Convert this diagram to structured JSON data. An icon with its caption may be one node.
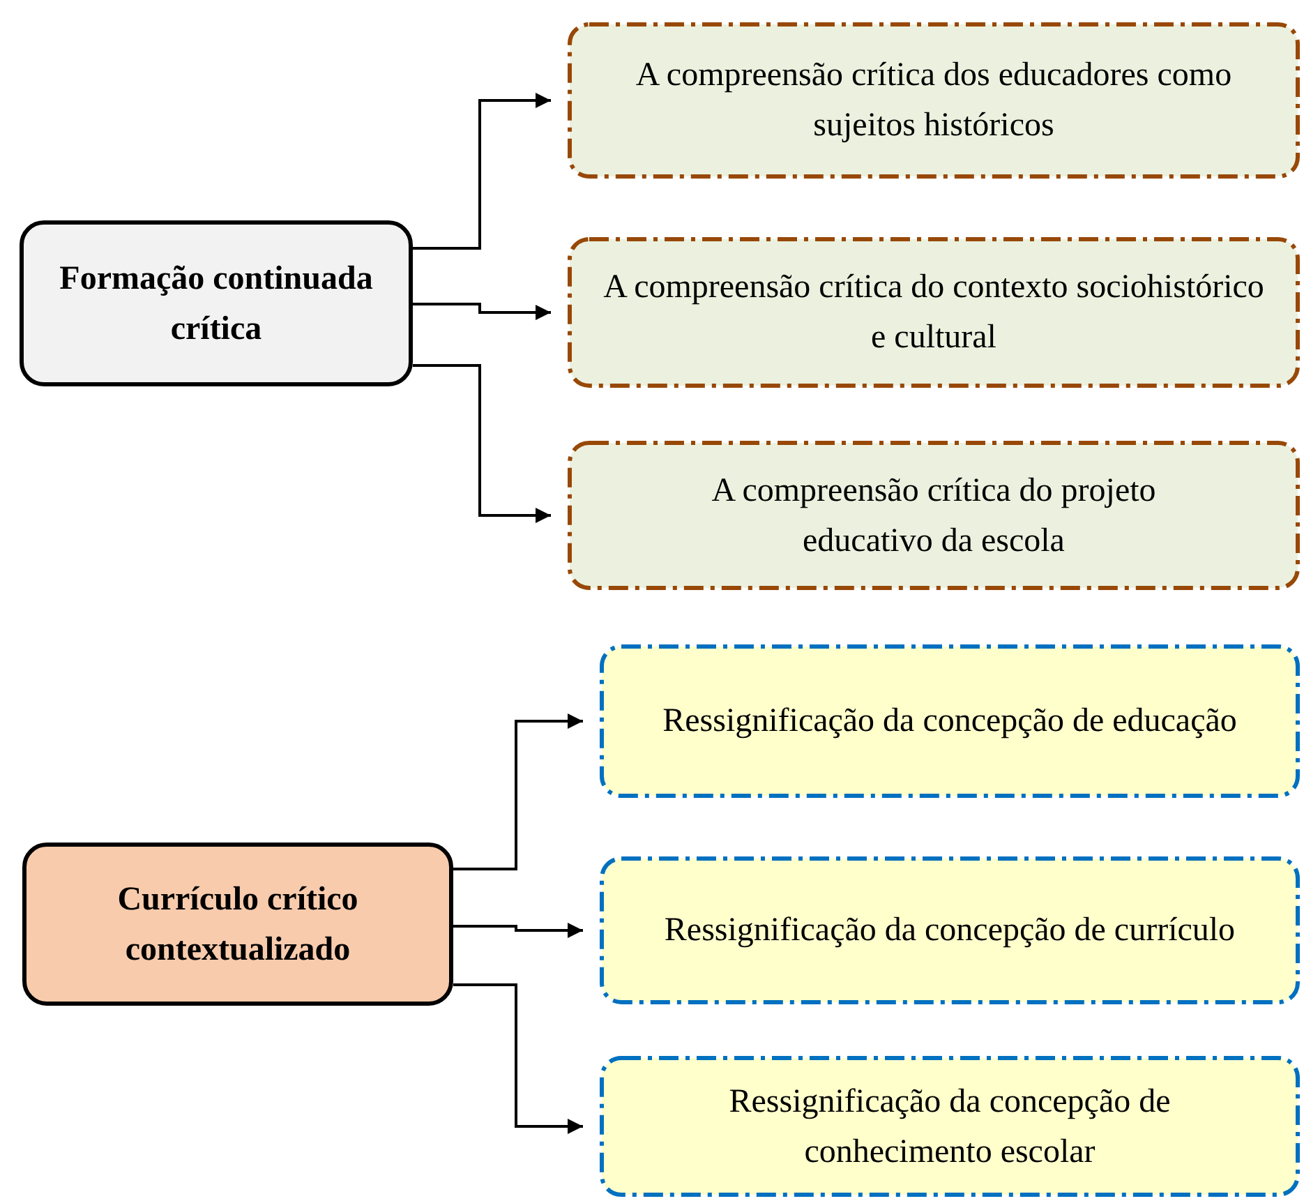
{
  "diagram": {
    "nodes": [
      {
        "text": [
          "Formação continuada crítica"
        ]
      },
      {
        "text": [
          "A compreensão crítica dos educadores como sujeitos históricos"
        ]
      },
      {
        "text": [
          "A compreensão crítica do contexto sociohistórico e cultural"
        ]
      },
      {
        "text": [
          "A compreensão crítica do projeto educativo da escola"
        ]
      },
      {
        "text": [
          "Currículo crítico contextualizado"
        ]
      },
      {
        "text": [
          "Ressignificação da concepção de educação"
        ]
      },
      {
        "text": [
          "Ressignificação da concepção de currículo"
        ]
      },
      {
        "text": [
          "Ressignificação da concepção de conhecimento escolar"
        ]
      }
    ],
    "edges": [
      {
        "from": 0,
        "to": 1,
        "arrow": "to"
      },
      {
        "from": 0,
        "to": 2,
        "arrow": "to"
      },
      {
        "from": 0,
        "to": 3,
        "arrow": "to"
      },
      {
        "from": 4,
        "to": 5,
        "arrow": "to"
      },
      {
        "from": 4,
        "to": 6,
        "arrow": "to"
      },
      {
        "from": 4,
        "to": 7,
        "arrow": "to"
      }
    ]
  }
}
